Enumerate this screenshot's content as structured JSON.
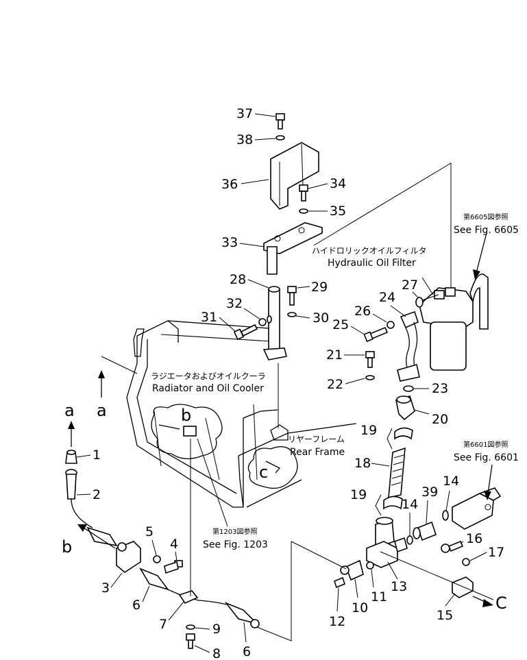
{
  "callouts": {
    "hydraulic_filter_jp": "ハイドロリックオイルフィルタ",
    "hydraulic_filter_en": "Hydraulic Oil Filter",
    "radiator_jp": "ラジエータおよびオイルクーラ",
    "radiator_en": "Radiator and Oil Cooler",
    "rear_frame_jp": "リヤーフレーム",
    "rear_frame_en": "Rear Frame"
  },
  "references": {
    "fig6605_jp": "第6605図参照",
    "fig6605_en": "See Fig. 6605",
    "fig6601_jp": "第6601図参照",
    "fig6601_en": "See Fig. 6601",
    "fig1203_jp": "第1203図参照",
    "fig1203_en": "See Fig. 1203"
  },
  "connection_letters": {
    "a_top": "a",
    "a_left": "a",
    "b_circle": "b",
    "b_left": "b",
    "c_circle": "c",
    "c_right": "C"
  },
  "parts": [
    {
      "number": "1"
    },
    {
      "number": "2"
    },
    {
      "number": "3"
    },
    {
      "number": "4"
    },
    {
      "number": "5"
    },
    {
      "number": "6"
    },
    {
      "number": "6"
    },
    {
      "number": "7"
    },
    {
      "number": "8"
    },
    {
      "number": "9"
    },
    {
      "number": "10"
    },
    {
      "number": "11"
    },
    {
      "number": "12"
    },
    {
      "number": "13"
    },
    {
      "number": "14"
    },
    {
      "number": "14"
    },
    {
      "number": "15"
    },
    {
      "number": "16"
    },
    {
      "number": "17"
    },
    {
      "number": "18"
    },
    {
      "number": "19"
    },
    {
      "number": "19"
    },
    {
      "number": "20"
    },
    {
      "number": "21"
    },
    {
      "number": "22"
    },
    {
      "number": "23"
    },
    {
      "number": "24"
    },
    {
      "number": "25"
    },
    {
      "number": "26"
    },
    {
      "number": "27"
    },
    {
      "number": "28"
    },
    {
      "number": "29"
    },
    {
      "number": "30"
    },
    {
      "number": "31"
    },
    {
      "number": "32"
    },
    {
      "number": "33"
    },
    {
      "number": "34"
    },
    {
      "number": "35"
    },
    {
      "number": "36"
    },
    {
      "number": "37"
    },
    {
      "number": "38"
    },
    {
      "number": "39"
    }
  ]
}
